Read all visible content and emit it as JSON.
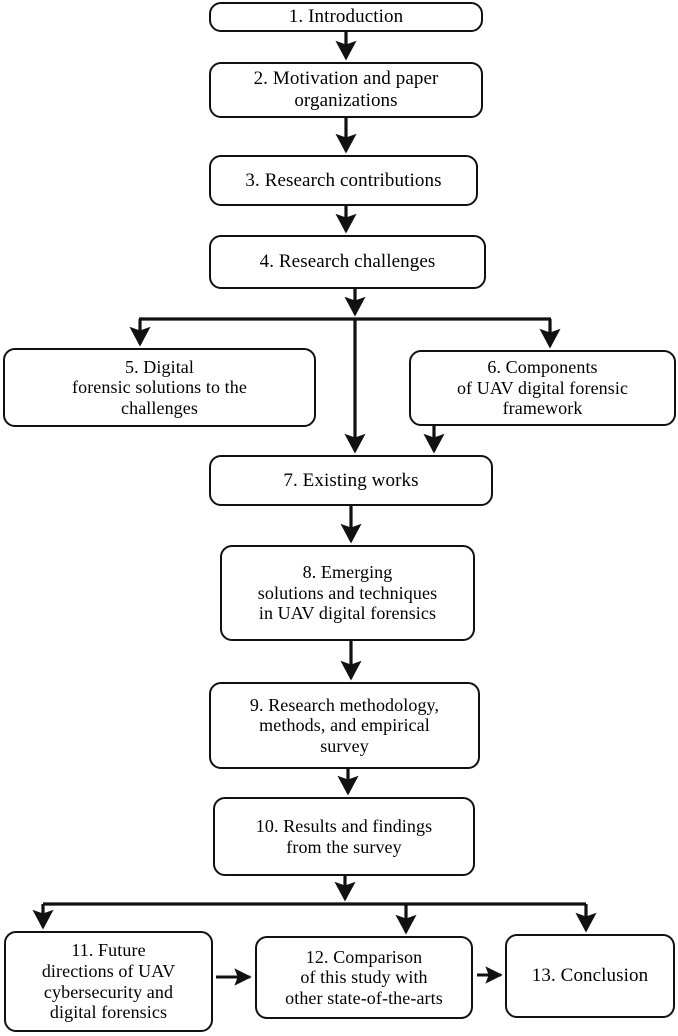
{
  "diagram": {
    "title": "Paper organization flowchart",
    "type": "flowchart",
    "orientation": "top-to-bottom",
    "style": {
      "node_fill": "#ffffff",
      "node_border": "#111111",
      "edge_color": "#111111",
      "background": "#ffffff",
      "node_shape": "rounded-rectangle"
    }
  },
  "nodes": [
    {
      "id": "n1",
      "number": "1",
      "label": "1. Introduction"
    },
    {
      "id": "n2",
      "number": "2",
      "label": "2. Motivation and paper\norganizations"
    },
    {
      "id": "n3",
      "number": "3",
      "label": "3. Research contributions"
    },
    {
      "id": "n4",
      "number": "4",
      "label": "4. Research challenges"
    },
    {
      "id": "n5",
      "number": "5",
      "label": "5. Digital\nforensic solutions to the\nchallenges"
    },
    {
      "id": "n6",
      "number": "6",
      "label": "6. Components\nof UAV digital forensic\nframework"
    },
    {
      "id": "n7",
      "number": "7",
      "label": "7. Existing works"
    },
    {
      "id": "n8",
      "number": "8",
      "label": "8. Emerging\nsolutions and techniques\nin UAV digital forensics"
    },
    {
      "id": "n9",
      "number": "9",
      "label": "9. Research methodology,\nmethods, and empirical\nsurvey"
    },
    {
      "id": "n10",
      "number": "10",
      "label": "10. Results and findings\nfrom the survey"
    },
    {
      "id": "n11",
      "number": "11",
      "label": "11. Future\ndirections of UAV\ncybersecurity and\ndigital forensics"
    },
    {
      "id": "n12",
      "number": "12",
      "label": "12. Comparison\nof this study with\nother state-of-the-arts"
    },
    {
      "id": "n13",
      "number": "13",
      "label": "13. Conclusion"
    }
  ],
  "edges": [
    {
      "from": "n1",
      "to": "n2",
      "kind": "vertical-arrow"
    },
    {
      "from": "n2",
      "to": "n3",
      "kind": "vertical-arrow"
    },
    {
      "from": "n3",
      "to": "n4",
      "kind": "vertical-arrow"
    },
    {
      "from": "n4",
      "to": "n5",
      "kind": "split-arrow-left"
    },
    {
      "from": "n4",
      "to": "n6",
      "kind": "split-arrow-right"
    },
    {
      "from": "n4",
      "to": "n7",
      "kind": "split-arrow-center"
    },
    {
      "from": "n6",
      "to": "n7",
      "kind": "vertical-arrow"
    },
    {
      "from": "n7",
      "to": "n8",
      "kind": "vertical-arrow"
    },
    {
      "from": "n8",
      "to": "n9",
      "kind": "vertical-arrow"
    },
    {
      "from": "n9",
      "to": "n10",
      "kind": "vertical-arrow"
    },
    {
      "from": "n10",
      "to": "n11",
      "kind": "split-arrow-left"
    },
    {
      "from": "n10",
      "to": "n12",
      "kind": "split-arrow-center"
    },
    {
      "from": "n10",
      "to": "n13",
      "kind": "split-arrow-right"
    },
    {
      "from": "n11",
      "to": "n12",
      "kind": "horizontal-arrow"
    },
    {
      "from": "n12",
      "to": "n13",
      "kind": "horizontal-arrow"
    }
  ]
}
